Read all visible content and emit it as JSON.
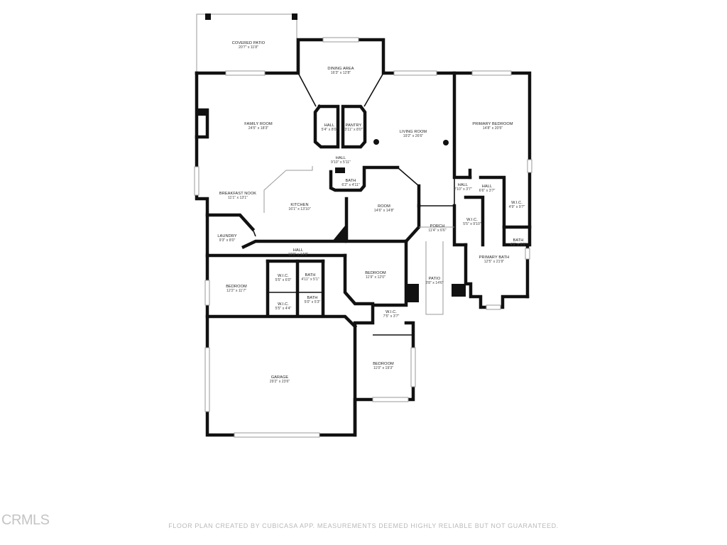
{
  "rooms": [
    {
      "name": "COVERED PATIO",
      "dim": "20'7\" x 11'8\""
    },
    {
      "name": "DINING AREA",
      "dim": "16'3\" x 12'8\""
    },
    {
      "name": "FAMILY ROOM",
      "dim": "24'5\" x 18'3\""
    },
    {
      "name": "HALL",
      "dim": "5'4\" x 8'0\""
    },
    {
      "name": "PANTRY",
      "dim": "3'11\" x 8'0\""
    },
    {
      "name": "LIVING ROOM",
      "dim": "19'2\" x 26'6\""
    },
    {
      "name": "PRIMARY BEDROOM",
      "dim": "14'8\" x 20'5\""
    },
    {
      "name": "HALL",
      "dim": "9'10\" x 5'11\""
    },
    {
      "name": "BATH",
      "dim": "6'2\" x 4'11\""
    },
    {
      "name": "BREAKFAST NOOK",
      "dim": "11'1\" x 13'1\""
    },
    {
      "name": "KITCHEN",
      "dim": "16'1\" x 13'10\""
    },
    {
      "name": "ROOM",
      "dim": "14'6\" x 14'8\""
    },
    {
      "name": "HALL",
      "dim": "2'10\" x 3'7\""
    },
    {
      "name": "HALL",
      "dim": "6'6\" x 3'7\""
    },
    {
      "name": "W.I.C.",
      "dim": "4'9\" x 9'7\""
    },
    {
      "name": "W.I.C.",
      "dim": "5'5\" x 9'10\""
    },
    {
      "name": "PORCH",
      "dim": "11'4\" x 6'6\""
    },
    {
      "name": "LAUNDRY",
      "dim": "9'3\" x 8'0\""
    },
    {
      "name": "BATH",
      "dim": "4'9\" x 5'5\""
    },
    {
      "name": "HALL",
      "dim": "19'9\" x 14'8\""
    },
    {
      "name": "PRIMARY BATH",
      "dim": "12'5\" x 21'9\""
    },
    {
      "name": "BEDROOM",
      "dim": "11'9\" x 12'0\""
    },
    {
      "name": "W.I.C.",
      "dim": "5'5\" x 6'0\""
    },
    {
      "name": "BATH",
      "dim": "4'11\" x 5'1\""
    },
    {
      "name": "PATIO",
      "dim": "3'8\" x 14'6\""
    },
    {
      "name": "BEDROOM",
      "dim": "12'2\" x 11'7\""
    },
    {
      "name": "W.I.C.",
      "dim": "5'5\" x 4'4\""
    },
    {
      "name": "BATH",
      "dim": "5'0\" x 5'3\""
    },
    {
      "name": "W.I.C.",
      "dim": "7'5\" x 3'7\""
    },
    {
      "name": "BEDROOM",
      "dim": "11'0\" x 19'3\""
    },
    {
      "name": "GARAGE",
      "dim": "29'2\" x 23'6\""
    }
  ],
  "footer": "FLOOR PLAN CREATED BY CUBICASA APP. MEASUREMENTS DEEMED HIGHLY RELIABLE BUT NOT GUARANTEED.",
  "logo_text": "CRMLS"
}
